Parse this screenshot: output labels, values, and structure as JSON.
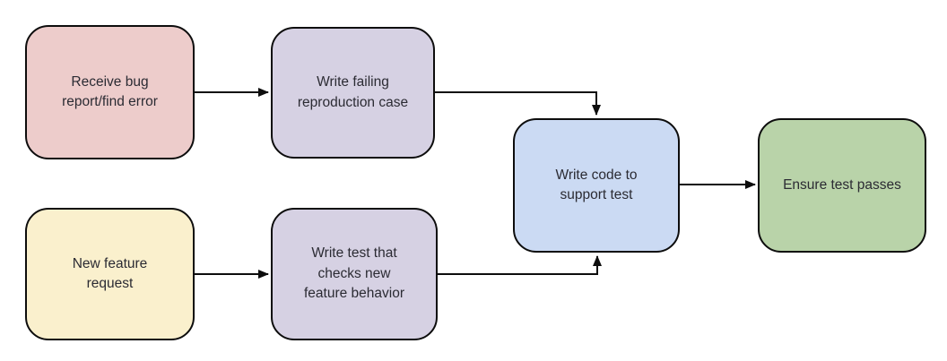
{
  "diagram": {
    "background_color": "#ffffff",
    "line_color": "#0d0d0d",
    "text_color": "#2b2b33",
    "nodes": [
      {
        "id": "receive-bug-report",
        "label": "Receive bug report/find error",
        "fill": "#edcccb"
      },
      {
        "id": "write-failing-repro-case",
        "label": "Write failing reproduction case",
        "fill": "#d6d1e3"
      },
      {
        "id": "new-feature-request",
        "label": "New feature request",
        "fill": "#faf0cd"
      },
      {
        "id": "write-test-checks-feature",
        "label": "Write test that checks new feature behavior",
        "fill": "#d6d1e3"
      },
      {
        "id": "write-code-support-test",
        "label": "Write code to support test",
        "fill": "#cbdaf3"
      },
      {
        "id": "ensure-test-passes",
        "label": "Ensure test passes",
        "fill": "#b9d3a9"
      }
    ],
    "edges": [
      {
        "from": "receive-bug-report",
        "to": "write-failing-repro-case"
      },
      {
        "from": "new-feature-request",
        "to": "write-test-checks-feature"
      },
      {
        "from": "write-failing-repro-case",
        "to": "write-code-support-test"
      },
      {
        "from": "write-test-checks-feature",
        "to": "write-code-support-test"
      },
      {
        "from": "write-code-support-test",
        "to": "ensure-test-passes"
      }
    ]
  }
}
